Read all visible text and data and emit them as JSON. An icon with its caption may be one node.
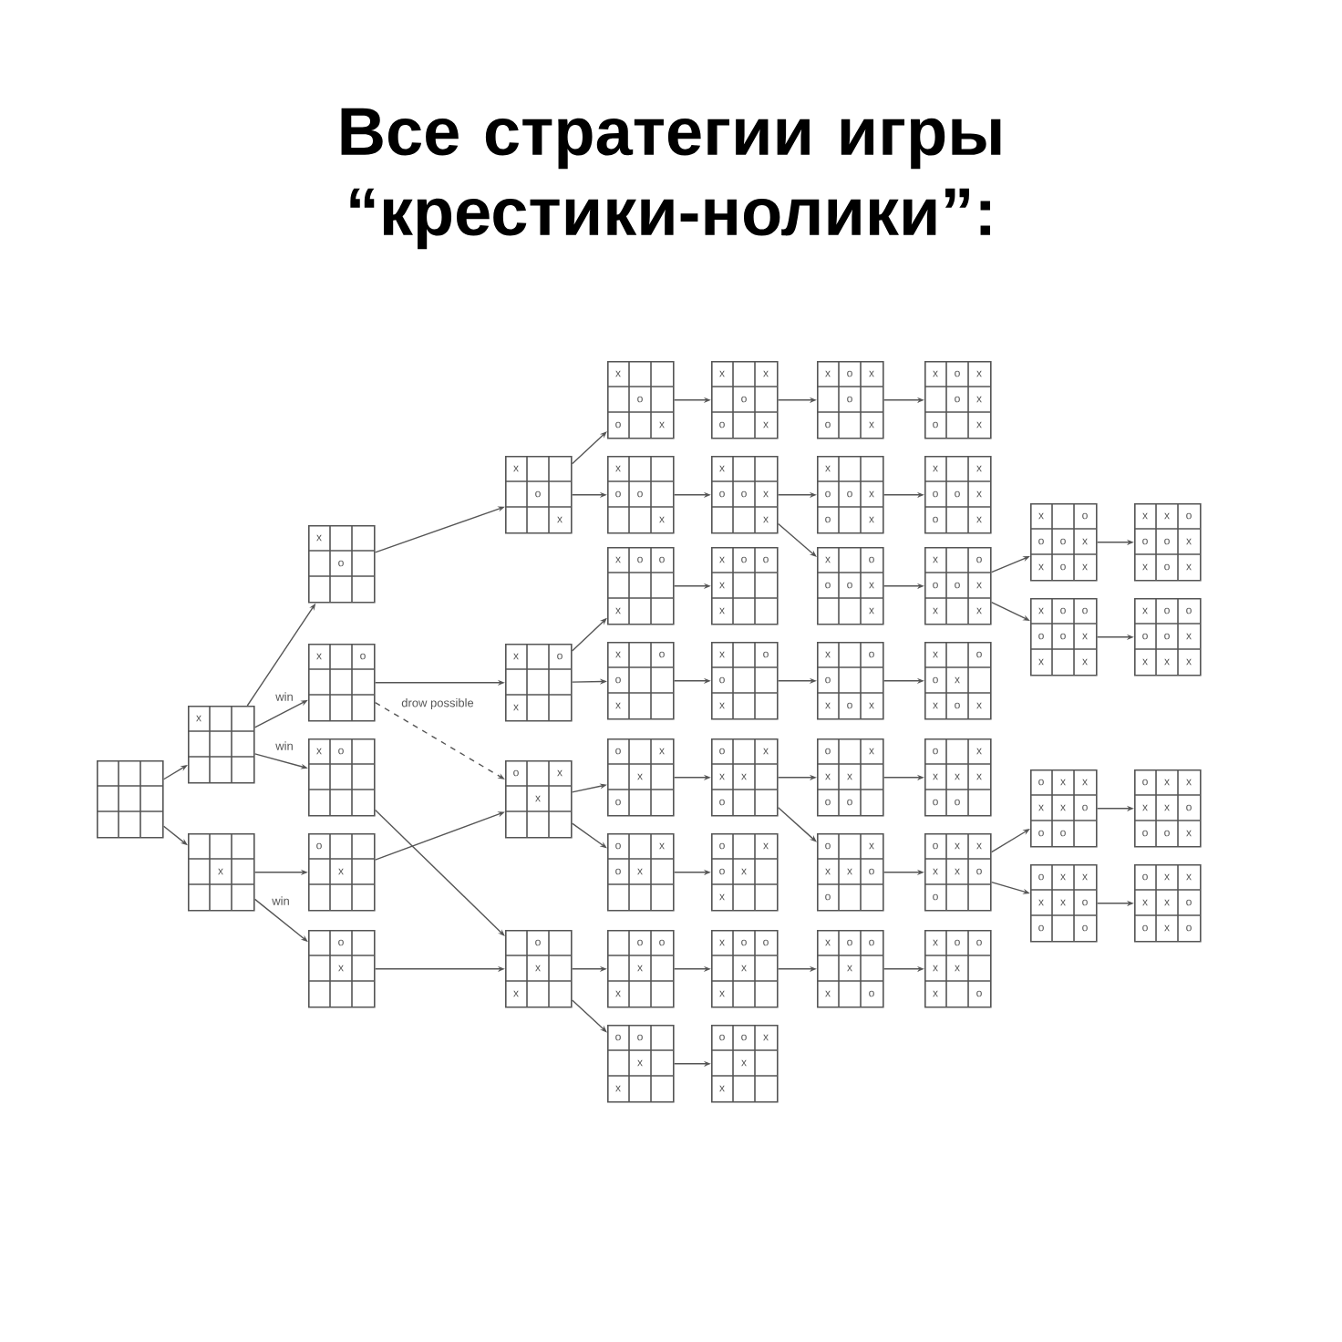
{
  "diagram": {
    "title": "Все стратегии игры “крестики-нолики”:",
    "nodes": [
      {
        "text": [],
        "shape": "grid"
      },
      {
        "text": [
          "x"
        ]
      },
      {
        "text": [
          "x"
        ]
      },
      {
        "text": [
          "x",
          "o"
        ]
      },
      {
        "text": [
          "x",
          "o"
        ]
      },
      {
        "text": [
          "x",
          "o"
        ]
      },
      {
        "text": [
          "o",
          "x"
        ]
      },
      {
        "text": [
          "o",
          "x"
        ]
      },
      {
        "text": [
          "x",
          "o",
          "x"
        ]
      },
      {
        "text": [
          "x",
          "o",
          "x"
        ]
      },
      {
        "text": [
          "o",
          "x",
          "x"
        ]
      },
      {
        "text": [
          "o",
          "x",
          "x"
        ]
      },
      {
        "text": [
          "x",
          "o",
          "o",
          "x"
        ]
      },
      {
        "text": [
          "x",
          "o",
          "o",
          "x"
        ]
      },
      {
        "text": [
          "x",
          "o",
          "o",
          "x"
        ]
      },
      {
        "text": [
          "x",
          "o",
          "o",
          "x"
        ]
      },
      {
        "text": [
          "o",
          "x",
          "x",
          "o"
        ]
      },
      {
        "text": [
          "o",
          "x",
          "o",
          "x"
        ]
      },
      {
        "text": [
          "o",
          "o",
          "x",
          "x"
        ]
      },
      {
        "text": [
          "o",
          "o",
          "x",
          "x"
        ]
      },
      {
        "text": [
          "x",
          "x",
          "o",
          "o",
          "x"
        ]
      },
      {
        "text": [
          "x",
          "o",
          "o",
          "x",
          "x"
        ]
      },
      {
        "text": [
          "x",
          "o",
          "o",
          "x",
          "x"
        ]
      },
      {
        "text": [
          "x",
          "o",
          "o",
          "x"
        ]
      },
      {
        "text": [
          "o",
          "x",
          "x",
          "x",
          "o"
        ]
      },
      {
        "text": [
          "o",
          "x",
          "o",
          "x",
          "x"
        ]
      },
      {
        "text": [
          "x",
          "o",
          "o",
          "x",
          "x"
        ]
      },
      {
        "text": [
          "o",
          "o",
          "x",
          "x",
          "x"
        ]
      },
      {
        "text": [
          "x",
          "o",
          "x",
          "o",
          "o",
          "x"
        ]
      },
      {
        "text": [
          "x",
          "o",
          "o",
          "x",
          "o",
          "x"
        ]
      },
      {
        "text": [
          "x",
          "o",
          "o",
          "o",
          "x",
          "x"
        ]
      },
      {
        "text": [
          "x",
          "o",
          "o",
          "x",
          "o",
          "x"
        ]
      },
      {
        "text": [
          "o",
          "x",
          "x",
          "x",
          "o",
          "o"
        ]
      },
      {
        "text": [
          "o",
          "x",
          "x",
          "x",
          "o",
          "o"
        ]
      },
      {
        "text": [
          "x",
          "o",
          "o",
          "x",
          "x",
          "o"
        ]
      },
      {
        "text": [
          "x",
          "o",
          "x",
          "o",
          "x",
          "o",
          "x"
        ]
      },
      {
        "text": [
          "x",
          "x",
          "o",
          "o",
          "x",
          "o",
          "x"
        ]
      },
      {
        "text": [
          "x",
          "o",
          "o",
          "o",
          "x",
          "x",
          "x"
        ]
      },
      {
        "text": [
          "x",
          "o",
          "o",
          "x",
          "x",
          "o",
          "x"
        ]
      },
      {
        "text": [
          "o",
          "x",
          "x",
          "x",
          "x",
          "o",
          "o"
        ]
      },
      {
        "text": [
          "o",
          "x",
          "x",
          "x",
          "x",
          "o",
          "o"
        ]
      },
      {
        "text": [
          "x",
          "o",
          "o",
          "x",
          "x",
          "x",
          "o"
        ]
      },
      {
        "text": [
          "x",
          "o",
          "o",
          "o",
          "x",
          "x",
          "o",
          "x"
        ]
      },
      {
        "text": [
          "x",
          "o",
          "o",
          "o",
          "o",
          "x",
          "x",
          "x"
        ]
      },
      {
        "text": [
          "o",
          "x",
          "x",
          "x",
          "x",
          "o",
          "o",
          "o"
        ]
      },
      {
        "text": [
          "o",
          "x",
          "x",
          "x",
          "x",
          "o",
          "o",
          "o"
        ]
      },
      {
        "text": [
          "x",
          "x",
          "o",
          "o",
          "o",
          "x",
          "x",
          "o",
          "x"
        ]
      },
      {
        "text": [
          "x",
          "o",
          "o",
          "o",
          "o",
          "x",
          "x",
          "x",
          "x"
        ]
      },
      {
        "text": [
          "o",
          "x",
          "x",
          "x",
          "x",
          "o",
          "o",
          "o",
          "x"
        ]
      },
      {
        "text": [
          "o",
          "x",
          "x",
          "x",
          "x",
          "o",
          "o",
          "x",
          "o"
        ]
      }
    ],
    "edges": [
      {
        "from": 0,
        "to": 1,
        "arrow": "to"
      },
      {
        "from": 0,
        "to": 2,
        "arrow": "to"
      },
      {
        "from": 1,
        "to": 3,
        "arrow": "to"
      },
      {
        "from": 1,
        "to": 4,
        "arrow": "to",
        "label": "win"
      },
      {
        "from": 1,
        "to": 5,
        "arrow": "to",
        "label": "win"
      },
      {
        "from": 2,
        "to": 6,
        "arrow": "to"
      },
      {
        "from": 2,
        "to": 7,
        "arrow": "to",
        "label": "win"
      },
      {
        "from": 3,
        "to": 8,
        "arrow": "to"
      },
      {
        "from": 4,
        "to": 9,
        "arrow": "to"
      },
      {
        "from": 4,
        "to": 10,
        "arrow": "to",
        "label": "drow possible",
        "style": "dashed"
      },
      {
        "from": 5,
        "to": 11,
        "arrow": "to"
      },
      {
        "from": 6,
        "to": 10,
        "arrow": "to"
      },
      {
        "from": 7,
        "to": 11,
        "arrow": "to"
      },
      {
        "from": 8,
        "to": 12,
        "arrow": "to"
      },
      {
        "from": 8,
        "to": 13,
        "arrow": "to"
      },
      {
        "from": 9,
        "to": 14,
        "arrow": "to"
      },
      {
        "from": 9,
        "to": 15,
        "arrow": "to"
      },
      {
        "from": 10,
        "to": 16,
        "arrow": "to"
      },
      {
        "from": 10,
        "to": 17,
        "arrow": "to"
      },
      {
        "from": 11,
        "to": 18,
        "arrow": "to"
      },
      {
        "from": 11,
        "to": 19,
        "arrow": "to"
      },
      {
        "from": 12,
        "to": 20,
        "arrow": "to"
      },
      {
        "from": 20,
        "to": 28,
        "arrow": "to"
      },
      {
        "from": 28,
        "to": 35,
        "arrow": "to"
      },
      {
        "from": 13,
        "to": 21,
        "arrow": "to"
      },
      {
        "from": 21,
        "to": 29,
        "arrow": "to"
      },
      {
        "from": 29,
        "to": 36,
        "arrow": "to"
      },
      {
        "from": 21,
        "to": 30,
        "arrow": "to"
      },
      {
        "from": 30,
        "to": 37,
        "arrow": "to"
      },
      {
        "from": 14,
        "to": 22,
        "arrow": "to"
      },
      {
        "from": 15,
        "to": 23,
        "arrow": "to"
      },
      {
        "from": 23,
        "to": 31,
        "arrow": "to"
      },
      {
        "from": 31,
        "to": 38,
        "arrow": "to"
      },
      {
        "from": 16,
        "to": 24,
        "arrow": "to"
      },
      {
        "from": 24,
        "to": 32,
        "arrow": "to"
      },
      {
        "from": 32,
        "to": 39,
        "arrow": "to"
      },
      {
        "from": 24,
        "to": 33,
        "arrow": "to"
      },
      {
        "from": 33,
        "to": 40,
        "arrow": "to"
      },
      {
        "from": 17,
        "to": 25,
        "arrow": "to"
      },
      {
        "from": 18,
        "to": 26,
        "arrow": "to"
      },
      {
        "from": 26,
        "to": 34,
        "arrow": "to"
      },
      {
        "from": 34,
        "to": 41,
        "arrow": "to"
      },
      {
        "from": 19,
        "to": 27,
        "arrow": "to"
      },
      {
        "from": 37,
        "to": 42,
        "arrow": "to"
      },
      {
        "from": 37,
        "to": 43,
        "arrow": "to"
      },
      {
        "from": 42,
        "to": 46,
        "arrow": "to"
      },
      {
        "from": 43,
        "to": 47,
        "arrow": "to"
      },
      {
        "from": 40,
        "to": 44,
        "arrow": "to"
      },
      {
        "from": 40,
        "to": 45,
        "arrow": "to"
      },
      {
        "from": 44,
        "to": 48,
        "arrow": "to"
      },
      {
        "from": 45,
        "to": 49,
        "arrow": "to"
      }
    ]
  }
}
